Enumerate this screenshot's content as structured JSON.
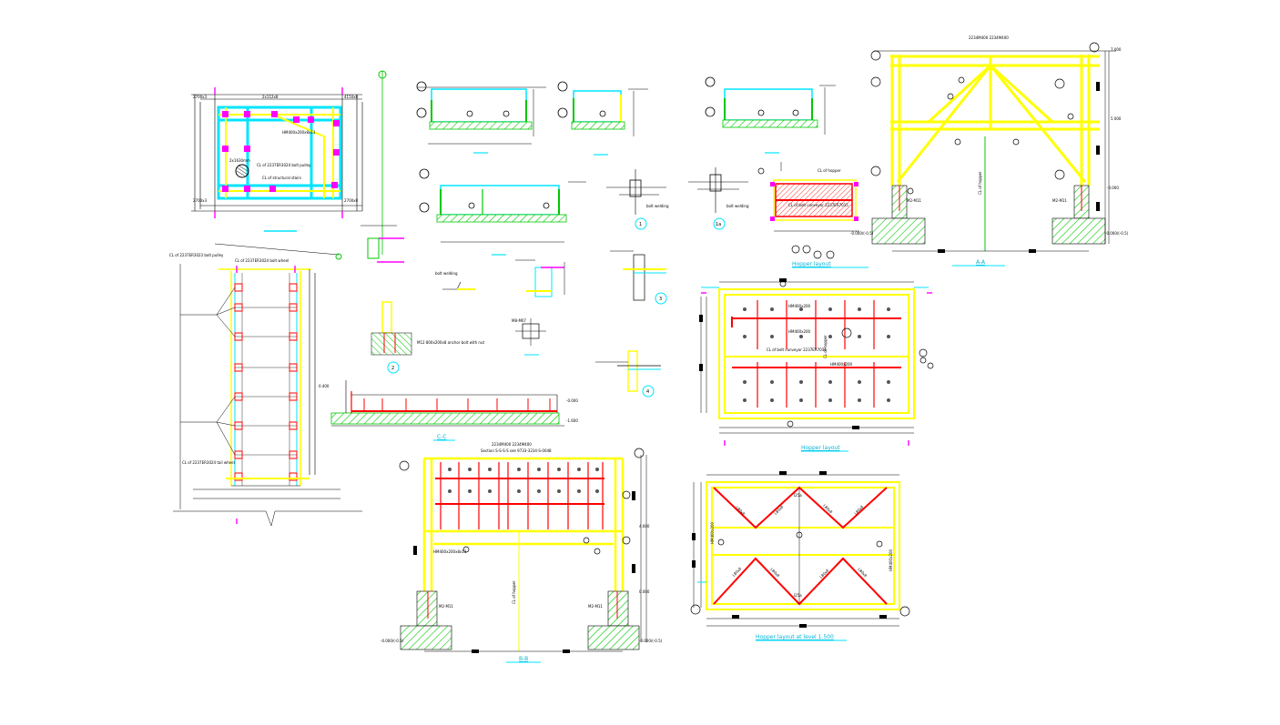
{
  "colors": {
    "cyan": "#00e5ff",
    "yellow": "#ffff00",
    "red": "#ff0000",
    "green": "#00c800",
    "magenta": "#ff00ff",
    "black": "#000000",
    "background": "#ffffff"
  },
  "plan": {
    "dim_top_left": "2700x3",
    "dim_top_mid": "2x112x8",
    "dim_top_right": "4150x8",
    "dim_bot_left": "2700x3",
    "dim_bot_right": "2700x8",
    "center_note": "CL of 2237ER3024 bolt pulley",
    "side_note": "CL of structural stairs",
    "hole_label": "2x1630mm",
    "beam_label": "HM400x200x8x13"
  },
  "sections_top": {
    "section1_title": "",
    "section2_title": "",
    "section3_title": "",
    "section4_title": ""
  },
  "hopper_small": {
    "note_top": "CL of hopper",
    "note_mid": "CL of belt conveyor 2237ER7015",
    "title": "Hopper layout"
  },
  "section_aa": {
    "top_dim": "2234M400  2234M400",
    "rl_top": "7.000",
    "rl_mid": "5.000",
    "rl_low": "-0.000",
    "center_note": "CL of hopper",
    "pad_left": "-0.000/(-0.5)",
    "pad_right": "-0.000/(-0.5)",
    "bolt_left": "M2-M11",
    "bolt_right": "M2-M11",
    "title": "A-A"
  },
  "elevation": {
    "note_top": "CL of 2237ER3023 bolt pulley",
    "note_top2": "CL of 2237ER3024 bolt wheel",
    "note_bottom": "CL of 2237ER3024 tail wheel"
  },
  "details": {
    "detail_1": "1",
    "detail_1a": "1a",
    "detail_2": "2",
    "detail_3": "3",
    "detail_4": "4",
    "weld_note": "bolt welding",
    "weld_note2": "bolt welding",
    "weld_note3": "bolt welding",
    "base_note": "M12 800x200x8 anchor bolt with nut",
    "pad_label": "M8-M07"
  },
  "section_cc": {
    "title": "C-C",
    "rl_left": "0.400",
    "rl_right": "-0.000",
    "rl_low": "-1.600"
  },
  "hopper_layout": {
    "beam1": "HM400x200",
    "beam2": "HM400x200",
    "belt_note": "CL of belt conveyor 2237ER7014",
    "beam3": "HM400x200",
    "center_note": "CL of hopper",
    "title": "Hopper layout"
  },
  "section_bb": {
    "top_label": "2234M400  2234M400",
    "top_label2": "Section S-S-S-S see 9733-3234-S-0048",
    "beam_note": "HM400x200x8x13",
    "rl_top": "4.600",
    "rl_mid": "0.000",
    "center_note": "CL of hopper",
    "bolt_left": "M2-M11",
    "bolt_right": "M2-M11",
    "pad_left": "-0.000/(-0.5)",
    "pad_right": "-0.000/(-0.5)",
    "title": "B-B"
  },
  "hopper_level": {
    "brace1": "L80x8",
    "brace2": "L80x8",
    "brace3": "L80x8",
    "brace4": "L80x8",
    "brace5": "L80x8",
    "brace6": "L80x8",
    "brace7": "L80x8",
    "brace8": "L80x8",
    "beam_top": "I25a",
    "beam_bot": "I25a",
    "beam_mid": "HM400x200",
    "beam_mid2": "HM400x200",
    "title": "Hopper layout at level 1.500"
  }
}
